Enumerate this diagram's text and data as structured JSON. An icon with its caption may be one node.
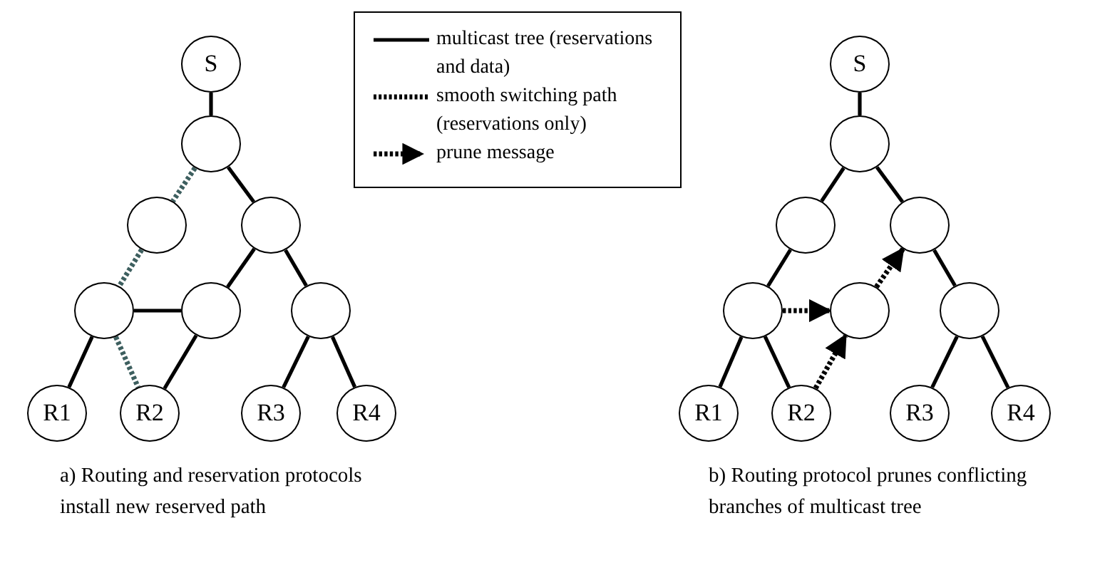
{
  "diagram": {
    "nodes": [
      {
        "text": [
          "S"
        ]
      },
      {
        "text": [],
        "shape": "circle"
      },
      {
        "text": [],
        "shape": "circle"
      },
      {
        "text": [],
        "shape": "circle"
      },
      {
        "text": [],
        "shape": "circle"
      },
      {
        "text": [],
        "shape": "circle"
      },
      {
        "text": [],
        "shape": "circle"
      },
      {
        "text": [
          "R1"
        ]
      },
      {
        "text": [
          "R2"
        ]
      },
      {
        "text": [
          "R3"
        ]
      },
      {
        "text": [
          "R4"
        ]
      },
      {
        "text": [
          "S"
        ]
      },
      {
        "text": [],
        "shape": "circle"
      },
      {
        "text": [],
        "shape": "circle"
      },
      {
        "text": [],
        "shape": "circle"
      },
      {
        "text": [],
        "shape": "circle"
      },
      {
        "text": [],
        "shape": "circle"
      },
      {
        "text": [],
        "shape": "circle"
      },
      {
        "text": [
          "R1"
        ]
      },
      {
        "text": [
          "R2"
        ]
      },
      {
        "text": [
          "R3"
        ]
      },
      {
        "text": [
          "R4"
        ]
      }
    ],
    "edges": [
      {
        "from": 0,
        "to": 1,
        "arrow": "none"
      },
      {
        "from": 1,
        "to": 2,
        "arrow": "none",
        "style": "dashed",
        "color": "#3d5f5f"
      },
      {
        "from": 1,
        "to": 3,
        "arrow": "none"
      },
      {
        "from": 2,
        "to": 4,
        "arrow": "none",
        "style": "dashed",
        "color": "#3d5f5f"
      },
      {
        "from": 3,
        "to": 5,
        "arrow": "none"
      },
      {
        "from": 3,
        "to": 6,
        "arrow": "none"
      },
      {
        "from": 4,
        "to": 5,
        "arrow": "none"
      },
      {
        "from": 4,
        "to": 7,
        "arrow": "none"
      },
      {
        "from": 4,
        "to": 8,
        "arrow": "none",
        "style": "dashed",
        "color": "#3d5f5f"
      },
      {
        "from": 5,
        "to": 8,
        "arrow": "none"
      },
      {
        "from": 6,
        "to": 9,
        "arrow": "none"
      },
      {
        "from": 6,
        "to": 10,
        "arrow": "none"
      },
      {
        "from": 11,
        "to": 12,
        "arrow": "none"
      },
      {
        "from": 12,
        "to": 13,
        "arrow": "none"
      },
      {
        "from": 12,
        "to": 14,
        "arrow": "none"
      },
      {
        "from": 13,
        "to": 15,
        "arrow": "none"
      },
      {
        "from": 14,
        "to": 17,
        "arrow": "none"
      },
      {
        "from": 15,
        "to": 18,
        "arrow": "none"
      },
      {
        "from": 15,
        "to": 19,
        "arrow": "none"
      },
      {
        "from": 17,
        "to": 20,
        "arrow": "none"
      },
      {
        "from": 17,
        "to": 21,
        "arrow": "none"
      },
      {
        "from": 15,
        "to": 16,
        "arrow": "to",
        "style": "dashed"
      },
      {
        "from": 19,
        "to": 16,
        "arrow": "to",
        "style": "dashed"
      },
      {
        "from": 16,
        "to": 14,
        "arrow": "to",
        "style": "dashed"
      }
    ],
    "labels": [
      "a) Routing and reservation protocols install new reserved path",
      "b) Routing protocol prunes conflicting branches of multicast tree"
    ],
    "legend": [
      {
        "text": "multicast tree (reservations and data)"
      },
      {
        "text": "smooth switching path (reservations only)"
      },
      {
        "text": "prune message"
      }
    ]
  }
}
